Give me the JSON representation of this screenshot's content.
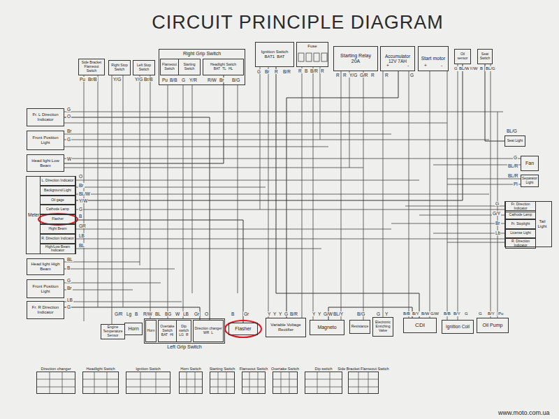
{
  "diagram": {
    "title": "CIRCUIT PRINCIPLE DIAGRAM",
    "nodes": [
      {
        "text": [
          "Side Bracket Flameout Switch"
        ]
      },
      {
        "text": [
          "Right Stop Switch"
        ]
      },
      {
        "text": [
          "Left Stop Switch"
        ]
      },
      {
        "text": [
          "Right Grip Switch"
        ]
      },
      {
        "text": [
          "Flameout Switch"
        ],
        "in": 3
      },
      {
        "text": [
          "Starting Switch"
        ],
        "in": 3
      },
      {
        "text": [
          "Headlight Switch",
          "BAT",
          "TL",
          "HL"
        ],
        "in": 3
      },
      {
        "text": [
          "Ignition Switch",
          "BAT1",
          "BAT"
        ]
      },
      {
        "text": [
          "Fuse"
        ]
      },
      {
        "text": [
          "Starting Relay",
          "20A"
        ]
      },
      {
        "text": [
          "Accumulator",
          "12V 7AH"
        ]
      },
      {
        "text": [
          "Start motor"
        ]
      },
      {
        "text": [
          "Oil sensor"
        ]
      },
      {
        "text": [
          "Seat Switch"
        ]
      },
      {
        "text": [
          "Fr. L Direction Indicator"
        ]
      },
      {
        "text": [
          "Front Position Light"
        ]
      },
      {
        "text": [
          "Head light Low Beam"
        ]
      },
      {
        "text": [
          "Meter"
        ]
      },
      {
        "text": [
          "L. Direction Indicator"
        ],
        "in": 17
      },
      {
        "text": [
          "Background Light"
        ],
        "in": 17
      },
      {
        "text": [
          "Oil gage"
        ],
        "in": 17
      },
      {
        "text": [
          "Cathode Lamp"
        ],
        "in": 17
      },
      {
        "text": [
          "Flasher"
        ],
        "in": 17
      },
      {
        "text": [
          "Hight Beam"
        ],
        "in": 17
      },
      {
        "text": [
          "R. Direction Indicator"
        ],
        "in": 17
      },
      {
        "text": [
          "High/Low Beam Indicator"
        ],
        "in": 17
      },
      {
        "text": [
          "Head light High Beam"
        ]
      },
      {
        "text": [
          "Front Position Light"
        ]
      },
      {
        "text": [
          "Fr. R Direction Indicator"
        ]
      },
      {
        "text": [
          "Engine Temperature Sensor"
        ]
      },
      {
        "text": [
          "Horn"
        ]
      },
      {
        "text": [
          "Left Grip Switch"
        ]
      },
      {
        "text": [
          "Horn"
        ],
        "in": 31
      },
      {
        "text": [
          "Overtake Switch",
          "BAT",
          "HI"
        ],
        "in": 31
      },
      {
        "text": [
          "Dip switch",
          "LG",
          "R"
        ],
        "in": 31
      },
      {
        "text": [
          "Direction changer",
          "WR",
          "L"
        ],
        "in": 31
      },
      {
        "text": [
          "Flasher"
        ]
      },
      {
        "text": [
          "Variable Voltage Rectifier"
        ]
      },
      {
        "text": [
          "Magneto"
        ]
      },
      {
        "text": [
          "Resistance"
        ]
      },
      {
        "text": [
          "Electronic Enriching Valve"
        ]
      },
      {
        "text": [
          "CDI"
        ]
      },
      {
        "text": [
          "Ignition Coil"
        ]
      },
      {
        "text": [
          "Oil Pump"
        ]
      },
      {
        "text": [
          "Seat Light"
        ]
      },
      {
        "text": [
          "Fan"
        ]
      },
      {
        "text": [
          "Separator Light"
        ]
      },
      {
        "text": [
          "Tail Light"
        ]
      },
      {
        "text": [
          "Fr. Direction Indicator"
        ],
        "in": 47
      },
      {
        "text": [
          "Cathode Lamp"
        ],
        "in": 47
      },
      {
        "text": [
          "Fr. Stoplight"
        ],
        "in": 47
      },
      {
        "text": [
          "License Light"
        ],
        "in": 47
      },
      {
        "text": [
          "R. Direction Indicator"
        ],
        "in": 47
      },
      {
        "text": [
          "Direction changer"
        ]
      },
      {
        "text": [
          "Headlight Switch"
        ]
      },
      {
        "text": [
          "Ignition Switch"
        ]
      },
      {
        "text": [
          "Horn Switch"
        ]
      },
      {
        "text": [
          "Starting Switch"
        ]
      },
      {
        "text": [
          "Flameout Switch"
        ]
      },
      {
        "text": [
          "Overtake Switch"
        ]
      },
      {
        "text": [
          "Dip switch"
        ]
      },
      {
        "text": [
          "Side Bracket Flameout Switch"
        ]
      }
    ],
    "edges": [
      {
        "from": 7,
        "to": 41,
        "arrow": "none"
      },
      {
        "from": 12,
        "to": 20,
        "arrow": "none"
      },
      {
        "from": 36,
        "to": 22,
        "arrow": "none"
      },
      {
        "from": 37,
        "to": 10,
        "arrow": "none"
      },
      {
        "from": 38,
        "to": 41,
        "arrow": "none"
      },
      {
        "from": 16,
        "to": 6,
        "arrow": "none"
      },
      {
        "from": 14,
        "to": 35,
        "arrow": "none"
      },
      {
        "from": 28,
        "to": 35,
        "arrow": "none"
      },
      {
        "from": 44,
        "to": 13,
        "arrow": "none"
      }
    ],
    "labels": [
      "Pu",
      "Br/B",
      "Y/G",
      "Y/G",
      "Br/B",
      "Pu",
      "B/B",
      "G",
      "Y/R",
      "R/W",
      "Br",
      "B/G",
      "G",
      "Br",
      "R",
      "B/R",
      "R",
      "B",
      "B/R",
      "R",
      "R",
      "R",
      "Y/G",
      "G/R",
      "R",
      "R",
      "G",
      "+",
      "-",
      "+",
      "-",
      "G",
      "BL/W",
      "Y/W",
      "B",
      "BL/G",
      "G",
      "O",
      "Br",
      "G",
      "W",
      "O",
      "Br",
      "BL/W",
      "Y/W",
      "G",
      "B",
      "GR",
      "LB",
      "BL",
      "BL",
      "B",
      "G",
      "Br",
      "LB",
      "G",
      "G/R",
      "Lg",
      "B",
      "R/W",
      "BL",
      "BG",
      "W",
      "LB",
      "Gr",
      "O",
      "B",
      "Gr",
      "Y",
      "Y",
      "Y",
      "G",
      "B/R",
      "Y",
      "Y",
      "G/W",
      "BL/Y",
      "B/G",
      "G",
      "Y",
      "B/B",
      "B/Y",
      "B/W",
      "G/W",
      "B/B",
      "B/Y",
      "G",
      "G",
      "B/Y",
      "Pu",
      "BL/G",
      "G",
      "BL/R",
      "BL/R",
      "Pl",
      "G",
      "G/Y",
      "Br",
      "Lb",
      "www.moto.com.ua"
    ]
  }
}
